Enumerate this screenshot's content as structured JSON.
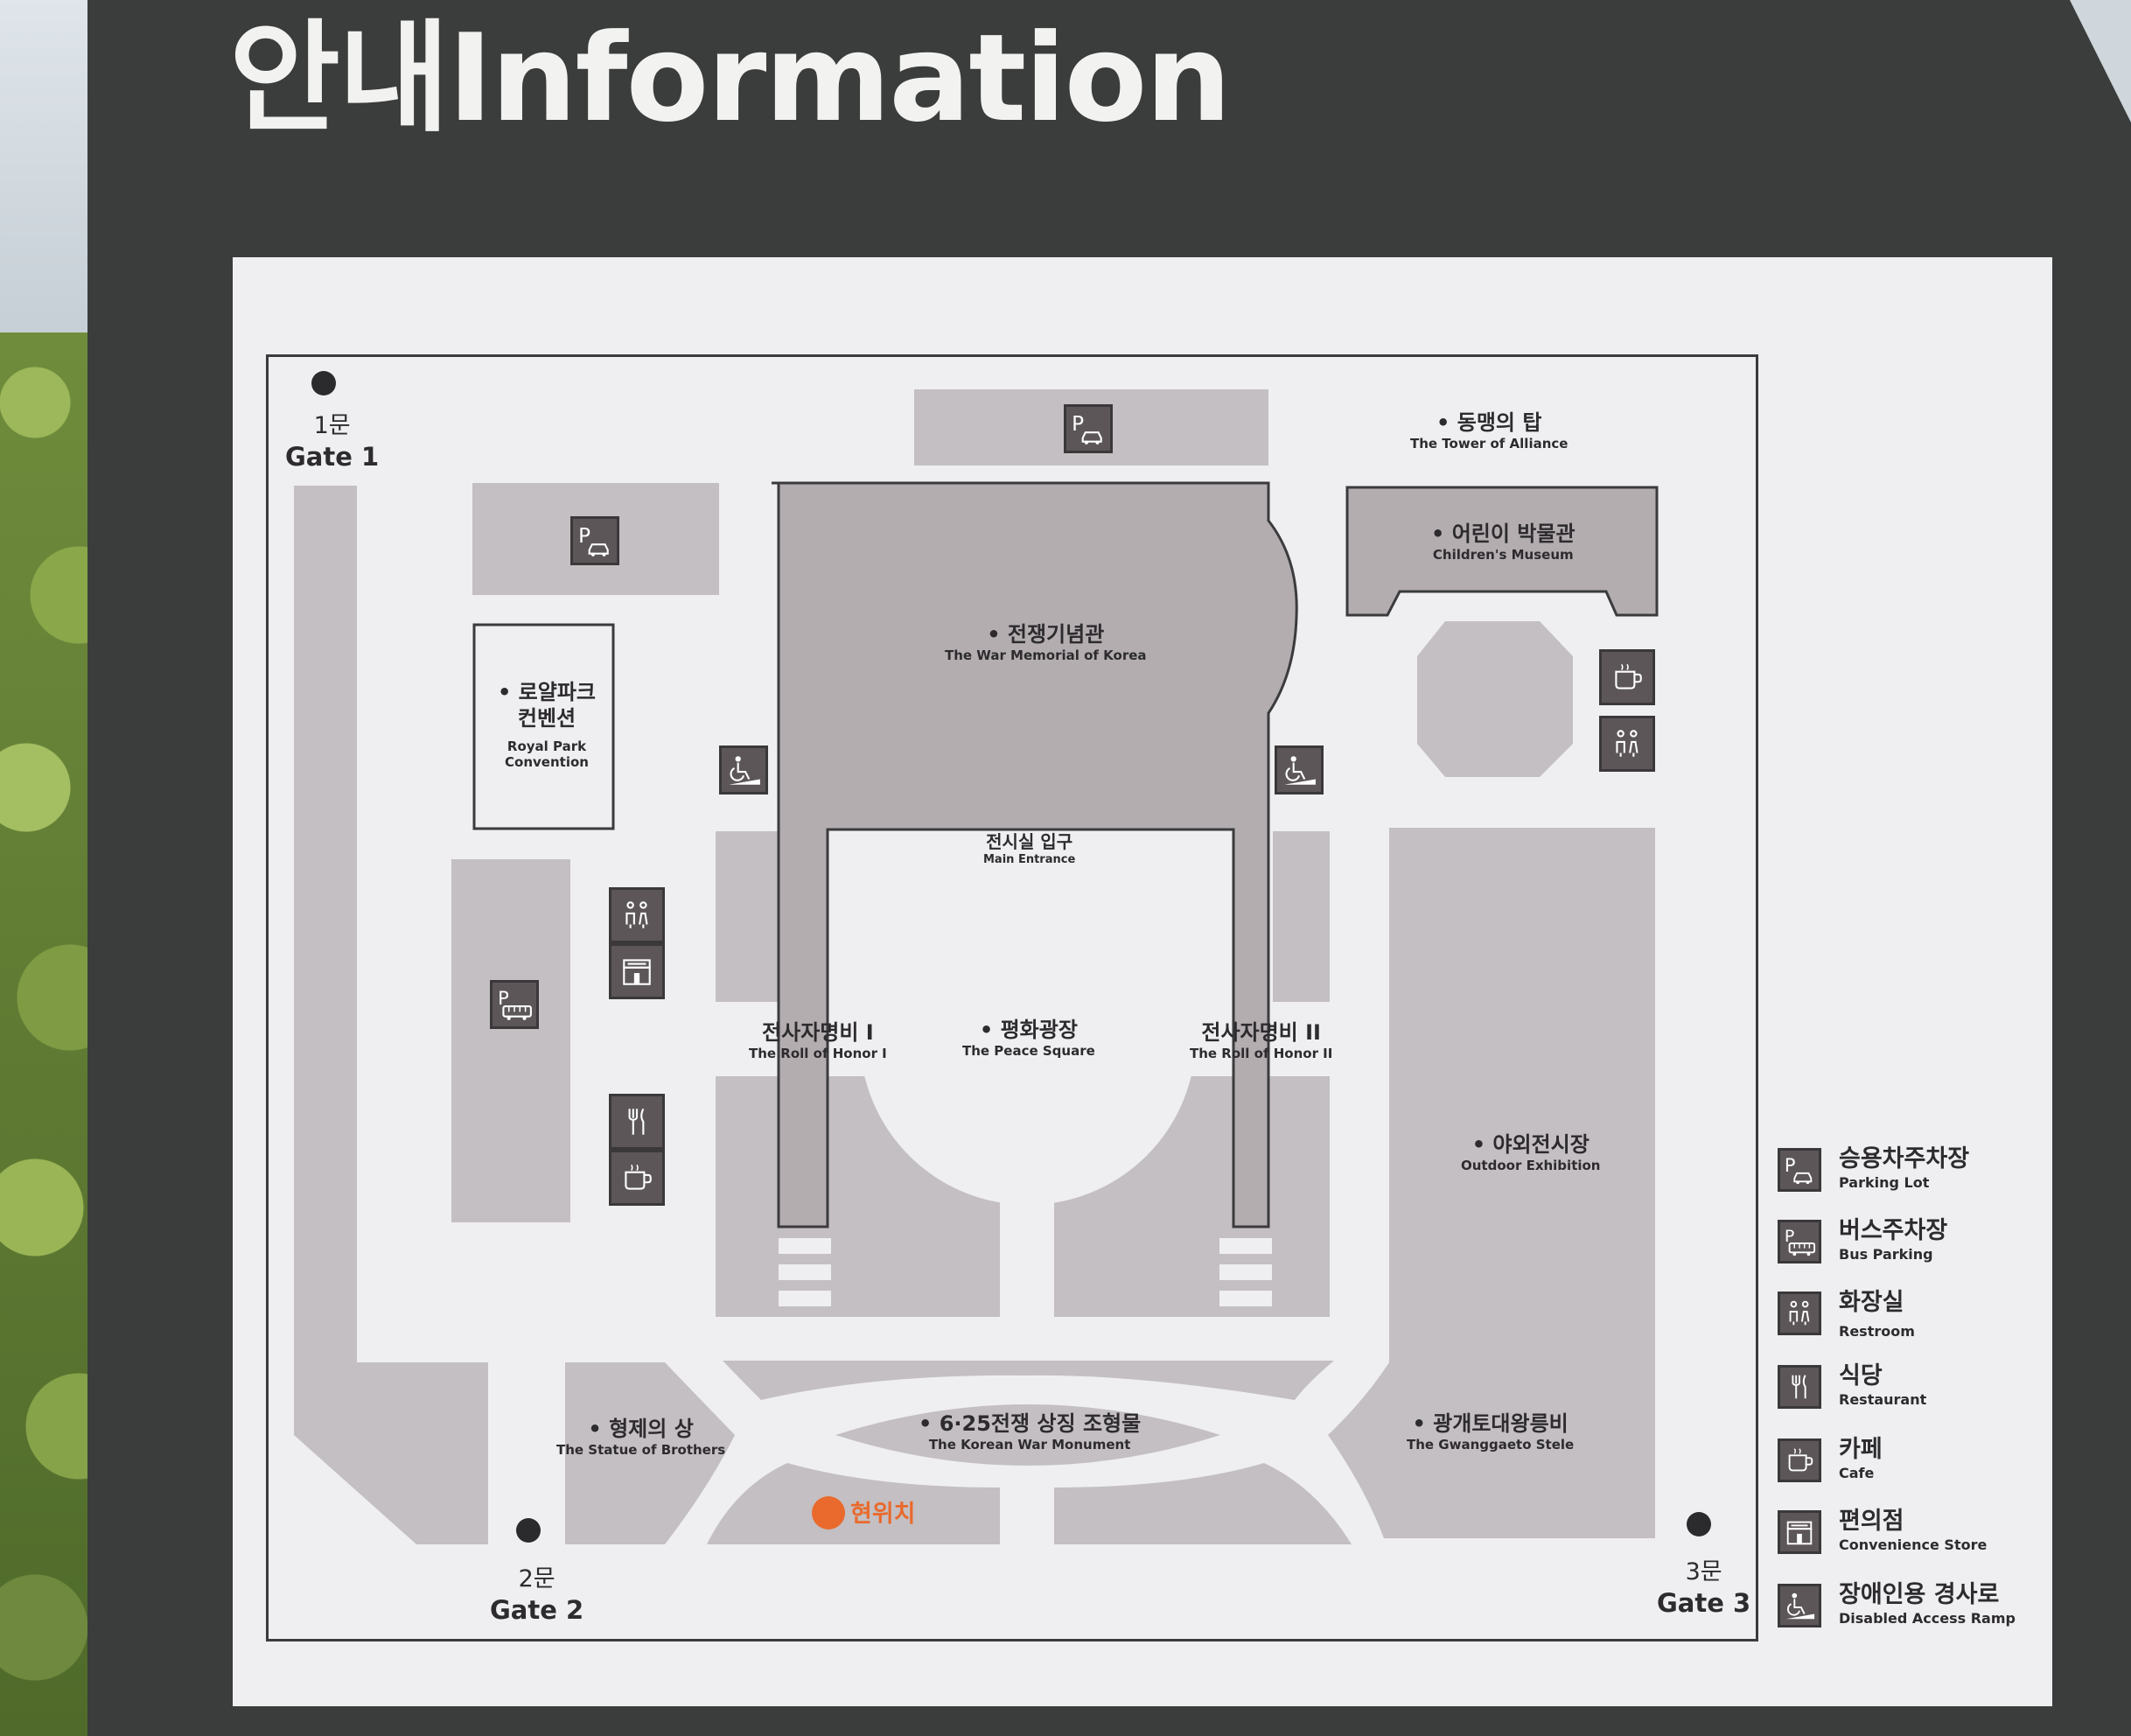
{
  "sign": {
    "title": "안내Information"
  },
  "gates": {
    "gate1": {
      "ko": "1문",
      "en": "Gate 1"
    },
    "gate2": {
      "ko": "2문",
      "en": "Gate 2"
    },
    "gate3": {
      "ko": "3문",
      "en": "Gate 3"
    }
  },
  "places": {
    "tower_of_alliance": {
      "ko": "• 동맹의 탑",
      "en": "The Tower of Alliance"
    },
    "childrens_museum": {
      "ko": "• 어린이 박물관",
      "en": "Children's Museum"
    },
    "war_memorial": {
      "ko": "• 전쟁기념관",
      "en": "The War Memorial of Korea"
    },
    "royal_park": {
      "ko": "• 로얄파크",
      "ko2": "컨벤션",
      "en": "Royal Park",
      "en2": "Convention"
    },
    "main_entrance": {
      "ko": "전시실 입구",
      "en": "Main Entrance"
    },
    "roll_of_honor_1": {
      "ko": "전사자명비 I",
      "en": "The Roll of Honor I"
    },
    "peace_square": {
      "ko": "• 평화광장",
      "en": "The Peace Square"
    },
    "roll_of_honor_2": {
      "ko": "전사자명비 II",
      "en": "The Roll of Honor II"
    },
    "outdoor_exhibition": {
      "ko": "• 야외전시장",
      "en": "Outdoor Exhibition"
    },
    "statue_of_brothers": {
      "ko": "• 형제의 상",
      "en": "The Statue of Brothers"
    },
    "korean_war_monument": {
      "ko": "• 6·25전쟁 상징 조형물",
      "en": "The Korean War Monument"
    },
    "gwanggaeto_stele": {
      "ko": "• 광개토대왕릉비",
      "en": "The Gwanggaeto Stele"
    }
  },
  "you_are_here": "현위치",
  "colors": {
    "board": "#3a3d3c",
    "panel": "#efeff1",
    "area": "#c4bfc2",
    "building": "#b3adb0",
    "icon_bg": "#5c5658",
    "you_are_here": "#e96a2c"
  },
  "legend": [
    {
      "icon": "parking-lot-icon",
      "ko": "승용차주차장",
      "en": "Parking Lot"
    },
    {
      "icon": "bus-parking-icon",
      "ko": "버스주차장",
      "en": "Bus Parking"
    },
    {
      "icon": "restroom-icon",
      "ko": "화장실",
      "en": "Restroom"
    },
    {
      "icon": "restaurant-icon",
      "ko": "식당",
      "en": "Restaurant"
    },
    {
      "icon": "cafe-icon",
      "ko": "카페",
      "en": "Cafe"
    },
    {
      "icon": "convenience-store-icon",
      "ko": "편의점",
      "en": "Convenience Store"
    },
    {
      "icon": "disabled-ramp-icon",
      "ko": "장애인용 경사로",
      "en": "Disabled Access Ramp"
    }
  ]
}
